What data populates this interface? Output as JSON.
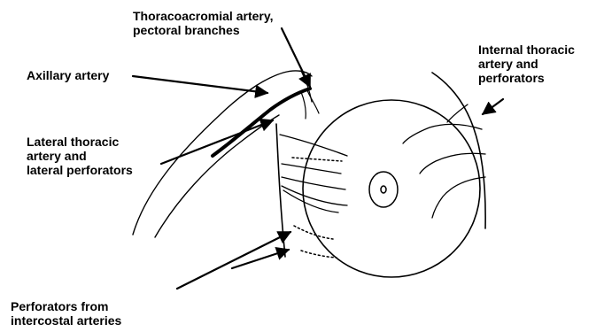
{
  "labels": {
    "thoracoacromial": [
      "Thoracoacromial artery,",
      "pectoral branches"
    ],
    "axillary": [
      "Axillary artery"
    ],
    "lateral_thoracic": [
      "Lateral thoracic",
      "artery and",
      "lateral perforators"
    ],
    "internal_thoracic": [
      "Internal thoracic",
      "artery and",
      "perforators"
    ],
    "intercostal": [
      "Perforators from",
      "intercostal arteries"
    ]
  },
  "colors": {
    "line": "#000000",
    "background": "#ffffff"
  }
}
